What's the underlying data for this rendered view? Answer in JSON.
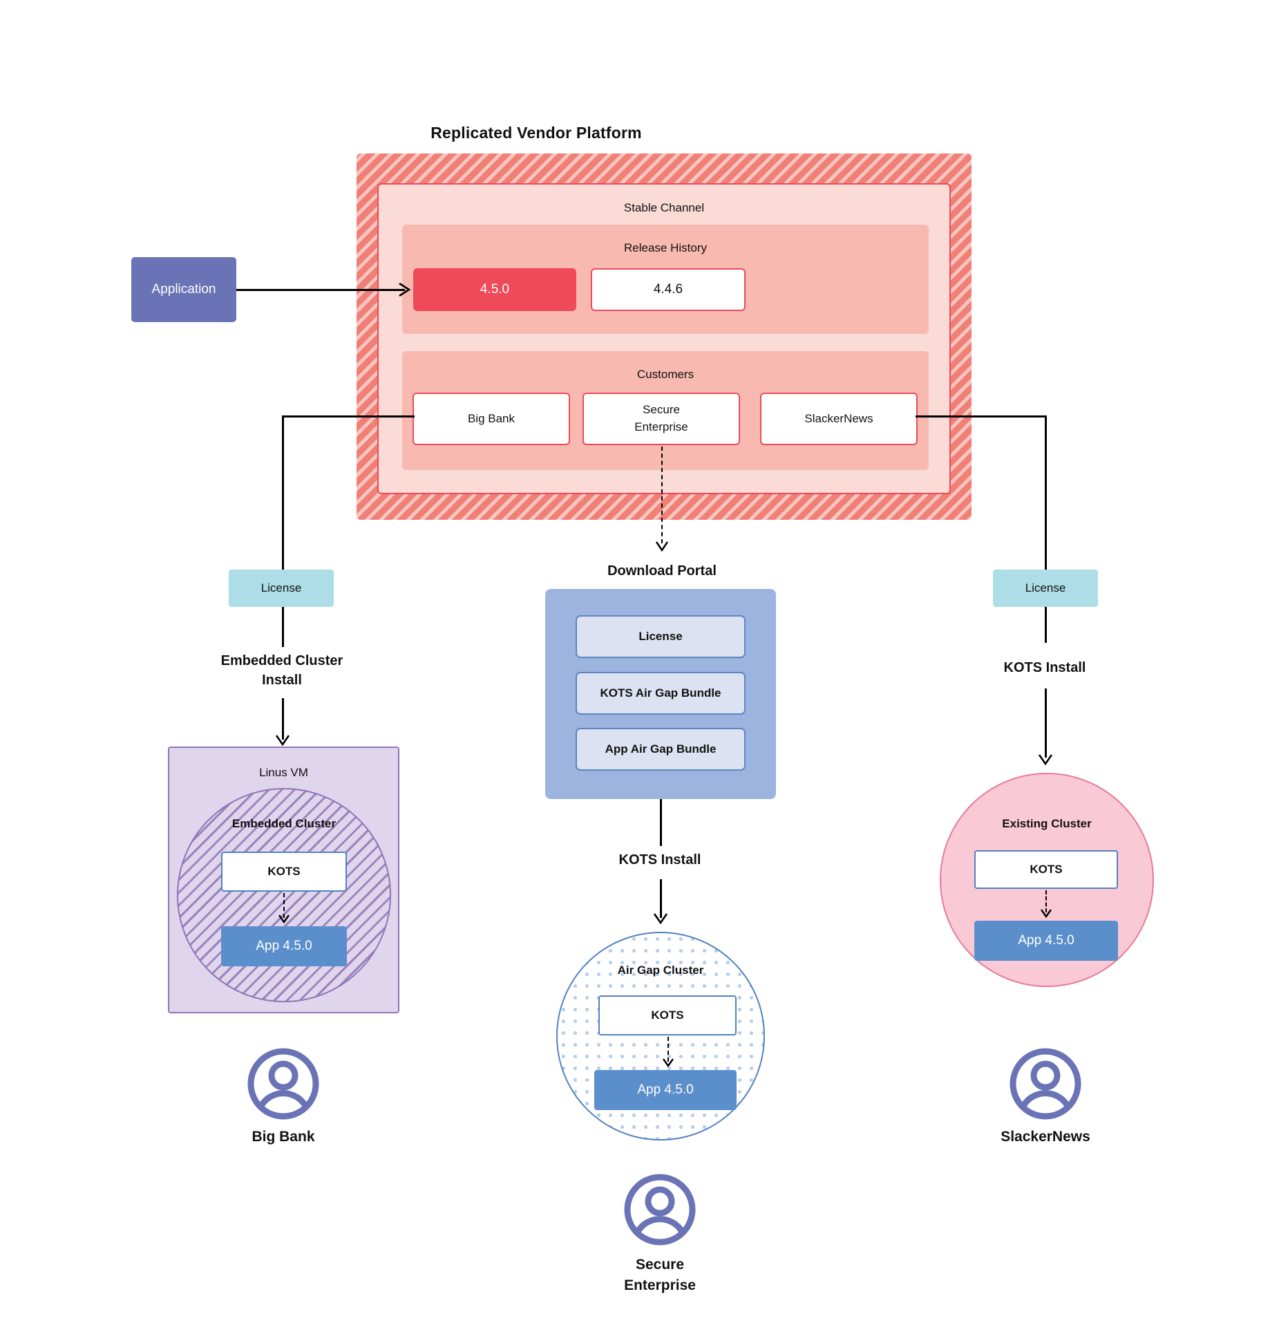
{
  "diagram": {
    "platform": {
      "title": "Replicated Vendor Platform",
      "channel_label": "Stable Channel",
      "release_history_label": "Release History",
      "releases": [
        {
          "version": "4.5.0",
          "state": "current"
        },
        {
          "version": "4.4.6",
          "state": "previous"
        }
      ],
      "customers_label": "Customers",
      "customers": [
        "Big Bank",
        "Secure\nEnterprise",
        "SlackerNews"
      ]
    },
    "application": {
      "label": "Application"
    },
    "licenses": {
      "left_label": "License",
      "right_label": "License"
    },
    "download_portal": {
      "title": "Download  Portal",
      "items": [
        "License",
        "KOTS Air Gap Bundle",
        "App Air Gap Bundle"
      ]
    },
    "install_labels": {
      "left": "Embedded Cluster\nInstall",
      "center": "KOTS Install",
      "right": "KOTS Install"
    },
    "left_branch": {
      "vm_label": "Linus VM",
      "cluster_label": "Embedded Cluster",
      "kots_label": "KOTS",
      "app_label": "App 4.5.0",
      "customer_label": "Big Bank"
    },
    "center_branch": {
      "cluster_label": "Air Gap Cluster",
      "kots_label": "KOTS",
      "app_label": "App 4.5.0",
      "customer_label": "Secure\nEnterprise"
    },
    "right_branch": {
      "cluster_label": "Existing Cluster",
      "kots_label": "KOTS",
      "app_label": "App 4.5.0",
      "customer_label": "SlackerNews"
    },
    "colors": {
      "platform_hatch": "#F08076",
      "channel_bg": "#FADBD6",
      "release_bg": "#F8B9B1",
      "release_accent": "#EE4A5A",
      "application_bg": "#6A73B6",
      "license_bg": "#ADDDE6",
      "portal_bg": "#9DB5DE",
      "portal_item_bg": "#DCE2F1",
      "portal_item_border": "#5C85C2",
      "vm_bg": "#DFD5EC",
      "vm_border": "#8F74B5",
      "airgap_border": "#5282C0",
      "airgap_dot": "#B9D0EA",
      "existing_bg": "#FAC9D6",
      "existing_border": "#E8799A",
      "app_bg": "#5B8FCB",
      "avatar": "#6A73B6"
    }
  }
}
